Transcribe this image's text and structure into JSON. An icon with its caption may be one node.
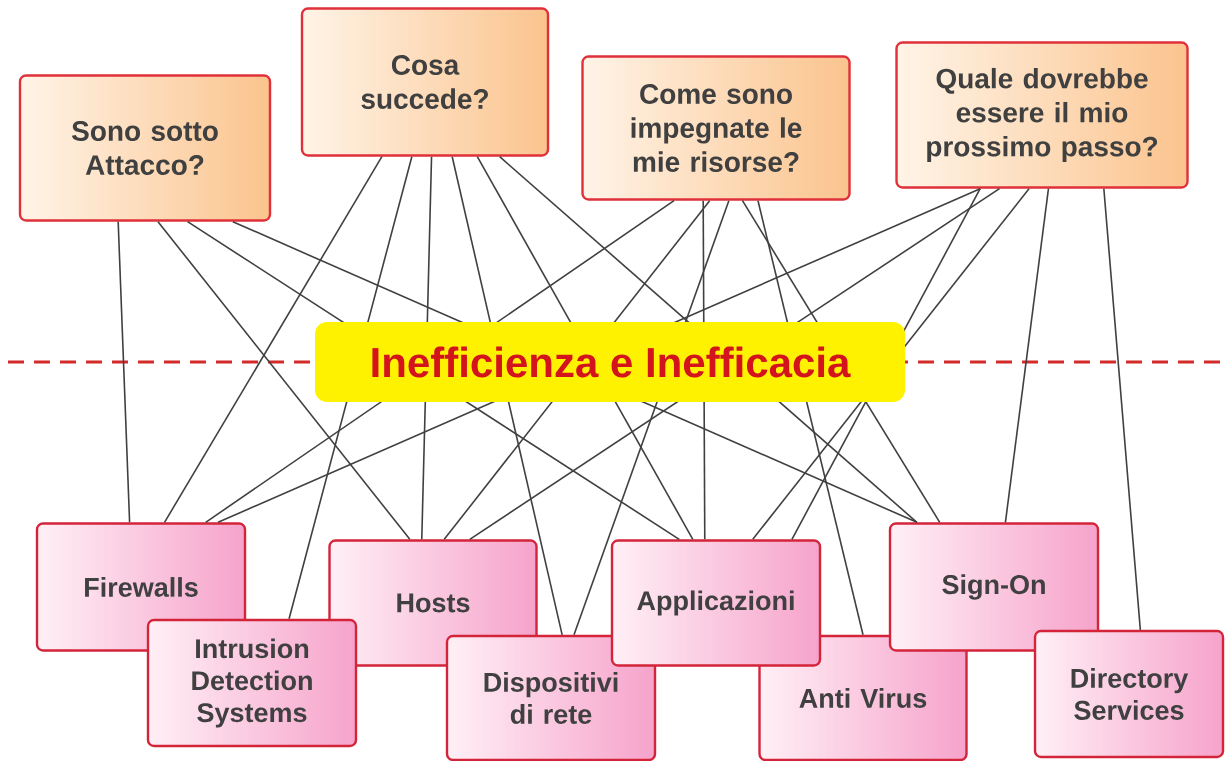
{
  "diagram": {
    "nodes": [
      {
        "text": [
          "Sono sotto Attacco?"
        ]
      },
      {
        "text": [
          "Cosa succede?"
        ]
      },
      {
        "text": [
          "Come sono impegnate le mie risorse?"
        ]
      },
      {
        "text": [
          "Quale dovrebbe essere il mio prossimo passo?"
        ]
      },
      {
        "text": [
          "Firewalls"
        ]
      },
      {
        "text": [
          "Intrusion Detection Systems"
        ]
      },
      {
        "text": [
          "Hosts"
        ]
      },
      {
        "text": [
          "Dispositivi di rete"
        ]
      },
      {
        "text": [
          "Applicazioni"
        ]
      },
      {
        "text": [
          "Anti Virus"
        ]
      },
      {
        "text": [
          "Sign-On"
        ]
      },
      {
        "text": [
          "Directory Services"
        ]
      }
    ],
    "edges": [
      {
        "from": 0,
        "to": 4,
        "arrow": "none"
      },
      {
        "from": 0,
        "to": 6,
        "arrow": "none"
      },
      {
        "from": 0,
        "to": 10,
        "arrow": "none"
      },
      {
        "from": 0,
        "to": 8,
        "arrow": "none"
      },
      {
        "from": 1,
        "to": 4,
        "arrow": "none"
      },
      {
        "from": 1,
        "to": 5,
        "arrow": "none"
      },
      {
        "from": 1,
        "to": 6,
        "arrow": "none"
      },
      {
        "from": 1,
        "to": 7,
        "arrow": "none"
      },
      {
        "from": 1,
        "to": 8,
        "arrow": "none"
      },
      {
        "from": 1,
        "to": 10,
        "arrow": "none"
      },
      {
        "from": 2,
        "to": 4,
        "arrow": "none"
      },
      {
        "from": 2,
        "to": 8,
        "arrow": "none"
      },
      {
        "from": 2,
        "to": 6,
        "arrow": "none"
      },
      {
        "from": 2,
        "to": 7,
        "arrow": "none"
      },
      {
        "from": 2,
        "to": 9,
        "arrow": "none"
      },
      {
        "from": 2,
        "to": 10,
        "arrow": "none"
      },
      {
        "from": 3,
        "to": 4,
        "arrow": "none"
      },
      {
        "from": 3,
        "to": 6,
        "arrow": "none"
      },
      {
        "from": 3,
        "to": 8,
        "arrow": "none"
      },
      {
        "from": 3,
        "to": 10,
        "arrow": "none"
      },
      {
        "from": 3,
        "to": 11,
        "arrow": "none"
      },
      {
        "from": 3,
        "to": 8,
        "arrow": "none"
      }
    ],
    "labels": [
      "Inefficienza e Inefficacia"
    ]
  }
}
